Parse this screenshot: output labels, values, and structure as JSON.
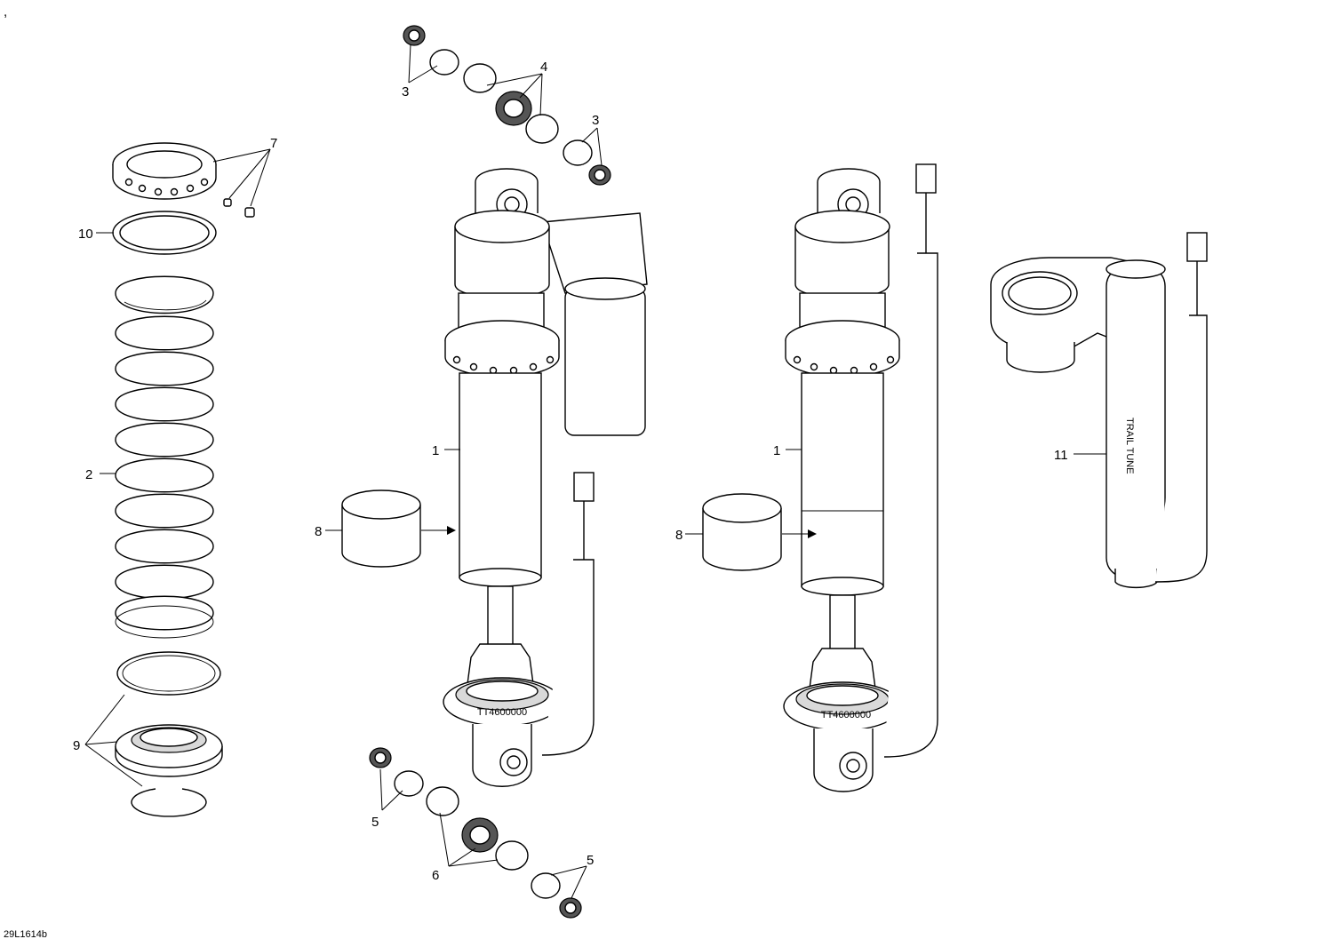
{
  "diagram": {
    "drawing_code": "29L1614b",
    "corner_mark": ",",
    "callouts": [
      "1",
      "2",
      "3",
      "4",
      "5",
      "6",
      "7",
      "8",
      "9",
      "10",
      "11"
    ],
    "shock_text": "TT4600000",
    "reservoir_text": "TRAIL TUNE"
  }
}
